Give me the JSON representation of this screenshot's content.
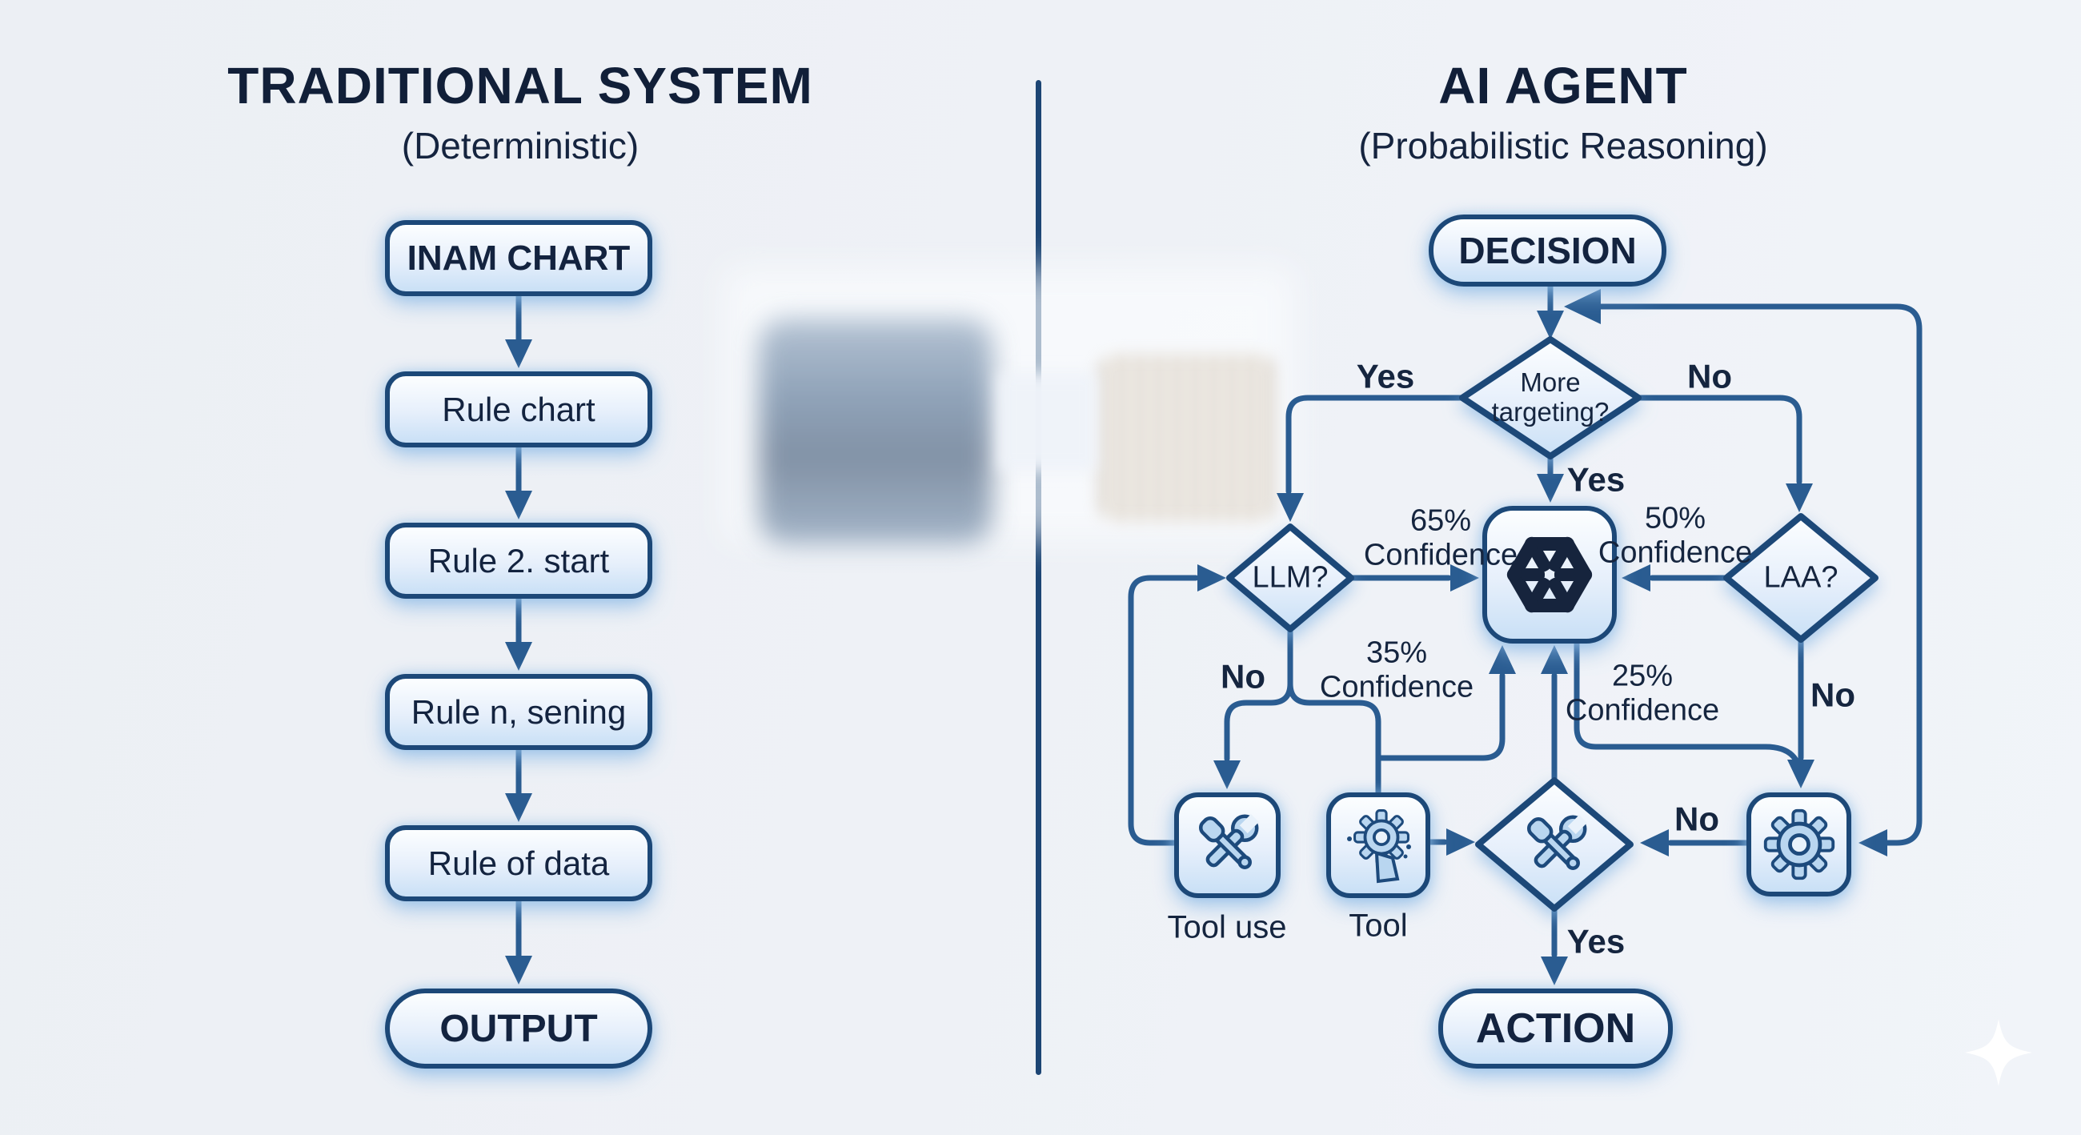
{
  "colors": {
    "background": "#eef1f6",
    "connector_line": "#2a5c91",
    "node_border": "#1c4878",
    "node_fill_top": "#fcfeff",
    "node_fill_bottom": "#c9e0f6",
    "text": "#13233f",
    "icon_fill": "#b9d6f0",
    "divider": "#1c4574",
    "sparkle": "#ffffff"
  },
  "left_panel": {
    "title": "TRADITIONAL SYSTEM",
    "subtitle": "(Deterministic)",
    "boxes": [
      {
        "label": "INAM CHART"
      },
      {
        "label": "Rule chart"
      },
      {
        "label": "Rule 2. start"
      },
      {
        "label": "Rule n, sening"
      },
      {
        "label": "Rule of data"
      },
      {
        "label": "OUTPUT"
      }
    ]
  },
  "right_panel": {
    "title": "AI AGENT",
    "subtitle": "(Probabilistic Reasoning)",
    "nodes": {
      "decision": "DECISION",
      "more_targeting_line1": "More",
      "more_targeting_line2": "targeting?",
      "llm": "LLM?",
      "laa": "LAA?",
      "action": "ACTION",
      "tool_use_caption": "Tool use",
      "tool_caption": "Tool"
    },
    "labels": {
      "yes_branch": "Yes",
      "no_branch": "No",
      "yes_mid": "Yes",
      "yes_bottom": "Yes",
      "no_llm": "No",
      "no_laa": "No",
      "no_gear": "No",
      "conf65_pct": "65%",
      "conf50_pct": "50%",
      "conf35_pct": "35%",
      "conf25_pct": "25%",
      "confidence": "Confidence"
    }
  },
  "icons": {
    "openai": "openai-logo-icon",
    "tools": "wrench-screwdriver-icon",
    "gear": "gear-icon",
    "gear_hand": "gear-hand-icon",
    "sparkle": "sparkle-icon"
  }
}
